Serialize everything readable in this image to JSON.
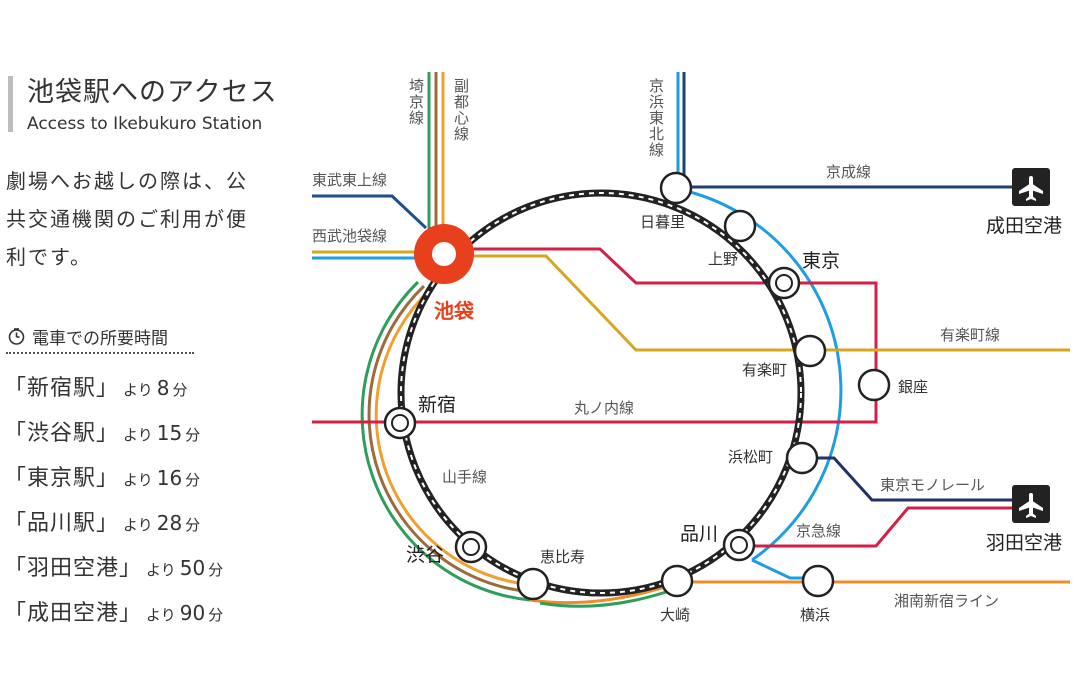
{
  "header": {
    "title_jp": "池袋駅へのアクセス",
    "title_en": "Access to Ikebukuro Station"
  },
  "intro": "劇場へお越しの際は、公共交通機関のご利用が便利です。",
  "travel": {
    "heading": "電車での所要時間",
    "clock_icon": "clock-icon",
    "yori": "より",
    "unit": "分",
    "items": [
      {
        "dest": "「新宿駅」",
        "minutes": "8"
      },
      {
        "dest": "「渋谷駅」",
        "minutes": "15"
      },
      {
        "dest": "「東京駅」",
        "minutes": "16"
      },
      {
        "dest": "「品川駅」",
        "minutes": "28"
      },
      {
        "dest": "「羽田空港」",
        "minutes": "50"
      },
      {
        "dest": "「成田空港」",
        "minutes": "90"
      }
    ]
  },
  "map": {
    "lines": {
      "saikyo": "埼京線",
      "fukutoshin": "副都心線",
      "keihin_tohoku": "京浜東北線",
      "tobu_tojo": "東武東上線",
      "seibu_ikebukuro": "西武池袋線",
      "keisei": "京成線",
      "yurakucho": "有楽町線",
      "marunouchi": "丸ノ内線",
      "yamanote": "山手線",
      "tokyo_monorail": "東京モノレール",
      "keikyu": "京急線",
      "shonan_shinjuku": "湘南新宿ライン"
    },
    "stations": {
      "ikebukuro": "池袋",
      "nippori": "日暮里",
      "ueno": "上野",
      "tokyo": "東京",
      "yurakucho": "有楽町",
      "ginza": "銀座",
      "hamamatsucho": "浜松町",
      "shinagawa": "品川",
      "osaki": "大崎",
      "ebisu": "恵比寿",
      "shibuya": "渋谷",
      "shinjuku": "新宿",
      "yokohama": "横浜"
    },
    "airports": {
      "narita": "成田空港",
      "haneda": "羽田空港",
      "icon": "airplane-icon"
    },
    "colors": {
      "saikyo": "#2e9e5b",
      "fukutoshin": "#9c6b3b",
      "orange": "#f0a030",
      "tobu_blue": "#1d4f91",
      "keihin_blue": "#1e9ee0",
      "keisei_navy": "#1d3f7a",
      "yurakucho_gold": "#d6a71e",
      "marunouchi_red": "#d42046",
      "ikebukuro_marker": "#e8401c",
      "yamanote": "#222222",
      "monorail_navy": "#23306b",
      "keikyu_red": "#d42046",
      "shonan_orange": "#ef8c2a",
      "airport_box": "#222222"
    }
  }
}
